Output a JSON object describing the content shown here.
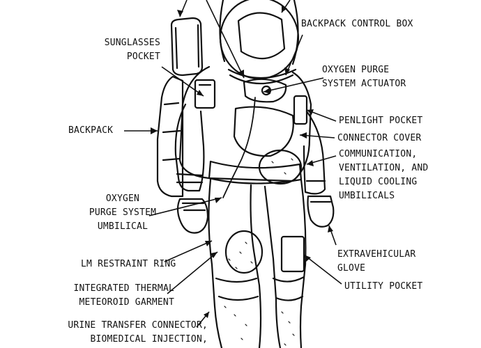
{
  "labels": {
    "backpack_control_box": "BACKPACK CONTROL BOX",
    "sunglasses_pocket": [
      "SUNGLASSES",
      "POCKET"
    ],
    "oxygen_purge_actuator": [
      "OXYGEN PURGE",
      "SYSTEM ACTUATOR"
    ],
    "penlight_pocket": "PENLIGHT POCKET",
    "backpack": "BACKPACK",
    "connector_cover": "CONNECTOR COVER",
    "umbilicals": [
      "COMMUNICATION,",
      "VENTILATION, AND",
      "LIQUID COOLING",
      "UMBILICALS"
    ],
    "oxygen_purge_umbilical": [
      "OXYGEN",
      "PURGE SYSTEM",
      "UMBILICAL"
    ],
    "extravehicular_glove": [
      "EXTRAVEHICULAR",
      "GLOVE"
    ],
    "lm_restraint_ring": "LM RESTRAINT RING",
    "utility_pocket": "UTILITY POCKET",
    "itmg": [
      "INTEGRATED THERMAL",
      "METEOROID GARMENT"
    ],
    "urine_transfer": [
      "URINE TRANSFER CONNECTOR,",
      "BIOMEDICAL INJECTION,"
    ]
  }
}
